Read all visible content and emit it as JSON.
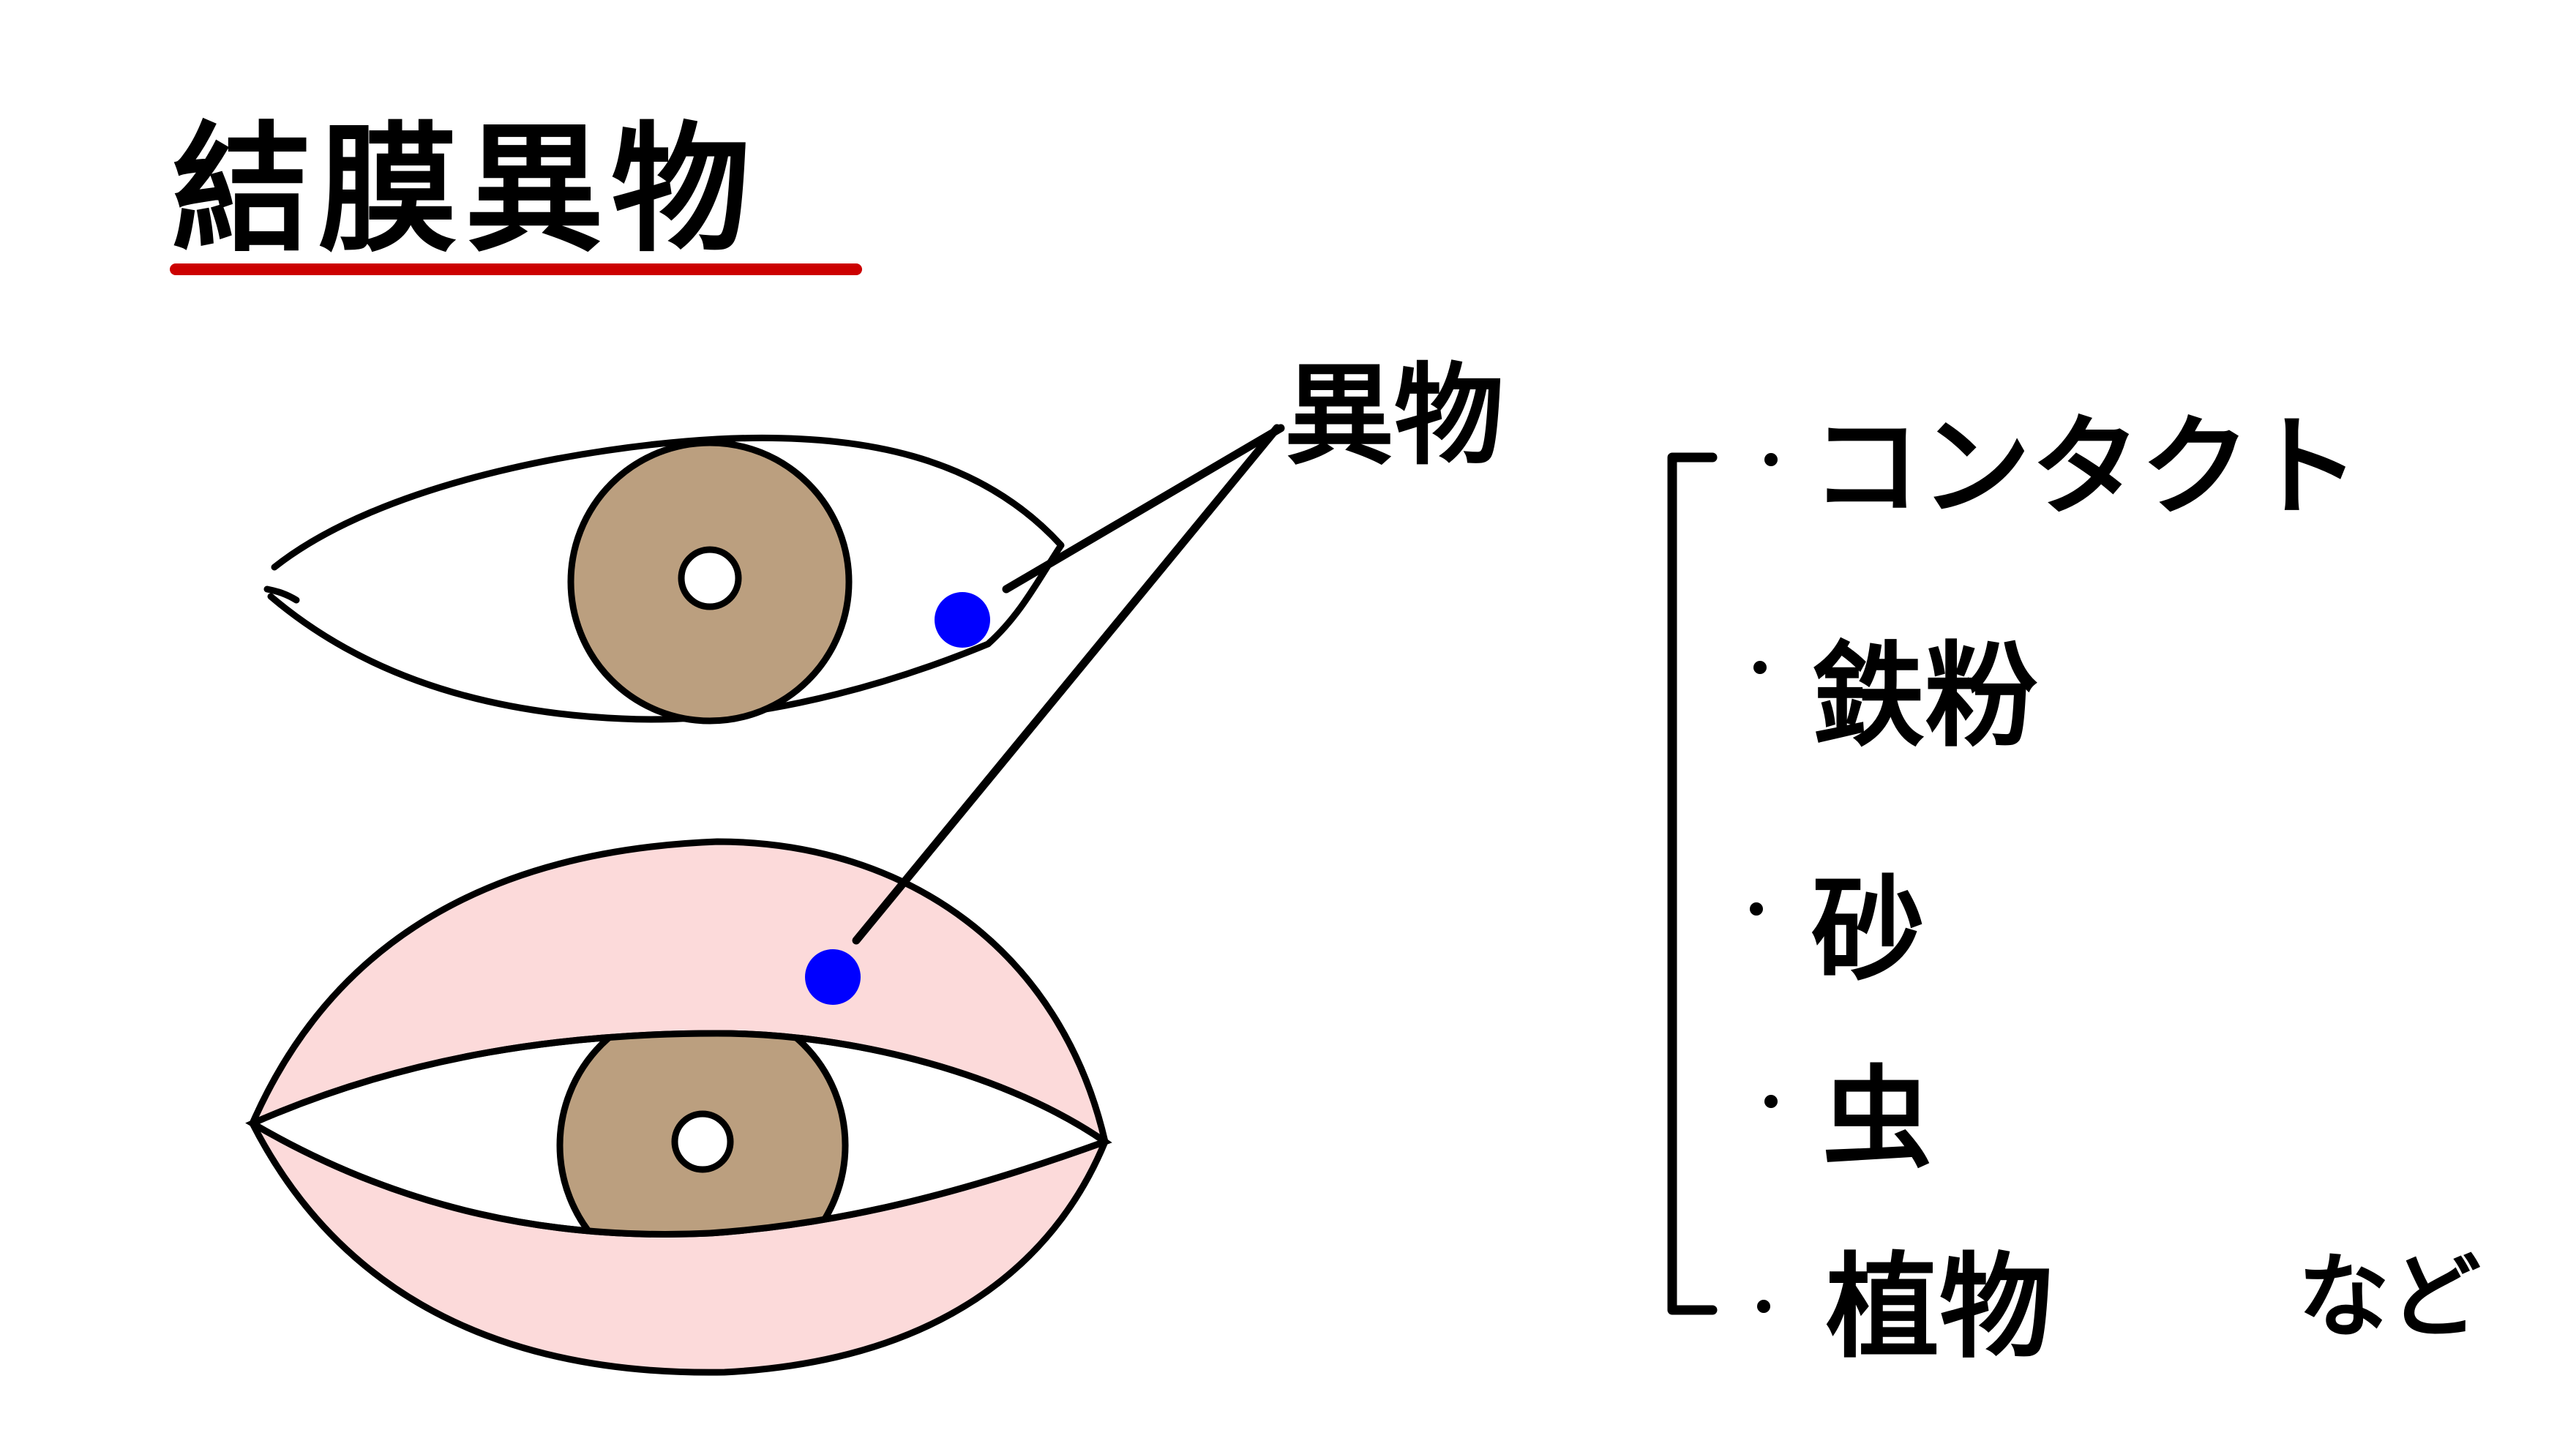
{
  "title": "結膜異物",
  "pointer_label": "異物",
  "items": [
    {
      "label": "コンタクト"
    },
    {
      "label": "鉄粉"
    },
    {
      "label": "砂"
    },
    {
      "label": "虫"
    },
    {
      "label": "植物"
    }
  ],
  "etc_label": "など",
  "colors": {
    "underline": "#cc0000",
    "iris": "#bb9f7f",
    "conjunctiva": "#fcdada",
    "foreign_body": "#0000ff",
    "ink": "#000000"
  }
}
